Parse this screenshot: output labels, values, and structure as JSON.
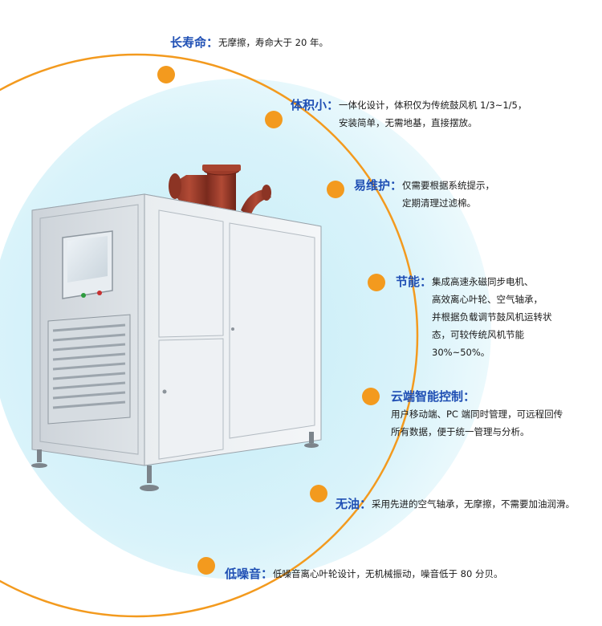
{
  "colors": {
    "accent": "#f39a1e",
    "title": "#1f4fb4",
    "glow": "#c7edf7",
    "text": "#1a1a1a"
  },
  "features": [
    {
      "title": "长寿命",
      "lines": [
        "无摩擦，寿命大于 20 年。"
      ]
    },
    {
      "title": "体积小",
      "lines": [
        "一体化设计，体积仅为传统鼓风机 1/3~1/5，",
        "安装简单，无需地基，直接摆放。"
      ]
    },
    {
      "title": "易维护",
      "lines": [
        "仅需要根据系统提示，",
        "定期清理过滤棉。"
      ]
    },
    {
      "title": "节能",
      "lines": [
        "集成高速永磁同步电机、",
        "高效离心叶轮、空气轴承，",
        "并根据负载调节鼓风机运转状",
        "态，可较传统风机节能",
        "30%~50%。"
      ]
    },
    {
      "title": "云端智能控制",
      "lines": [
        "用户移动端、PC 端同时管理，可远程回传",
        "所有数据，便于统一管理与分析。"
      ]
    },
    {
      "title": "无油",
      "lines": [
        "采用先进的空气轴承，无摩擦，不需要加油润滑。"
      ]
    },
    {
      "title": "低噪音",
      "lines": [
        "低噪音离心叶轮设计，无机械振动，噪音低于 80 分贝。"
      ]
    }
  ]
}
